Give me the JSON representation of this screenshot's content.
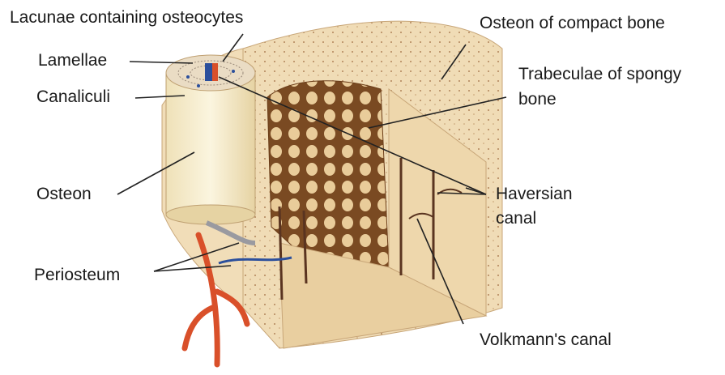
{
  "labels": {
    "lacunae": "Lacunae containing osteocytes",
    "lamellae": "Lamellae",
    "canaliculi": "Canaliculi",
    "osteon": "Osteon",
    "periosteum": "Periosteum",
    "osteon_compact": "Osteon of compact bone",
    "trabeculae_line1": "Trabeculae of spongy",
    "trabeculae_line2": "bone",
    "haversian_line1": "Haversian",
    "haversian_line2": "canal",
    "volkmann": "Volkmann's canal"
  },
  "colors": {
    "bone_tan": "#e8cfa3",
    "bone_light": "#f3e3c4",
    "spongy_dark": "#7a4a22",
    "vessel_red": "#d9502a",
    "vessel_blue": "#2b4f9c",
    "osteon_cream": "#f7efcf"
  }
}
